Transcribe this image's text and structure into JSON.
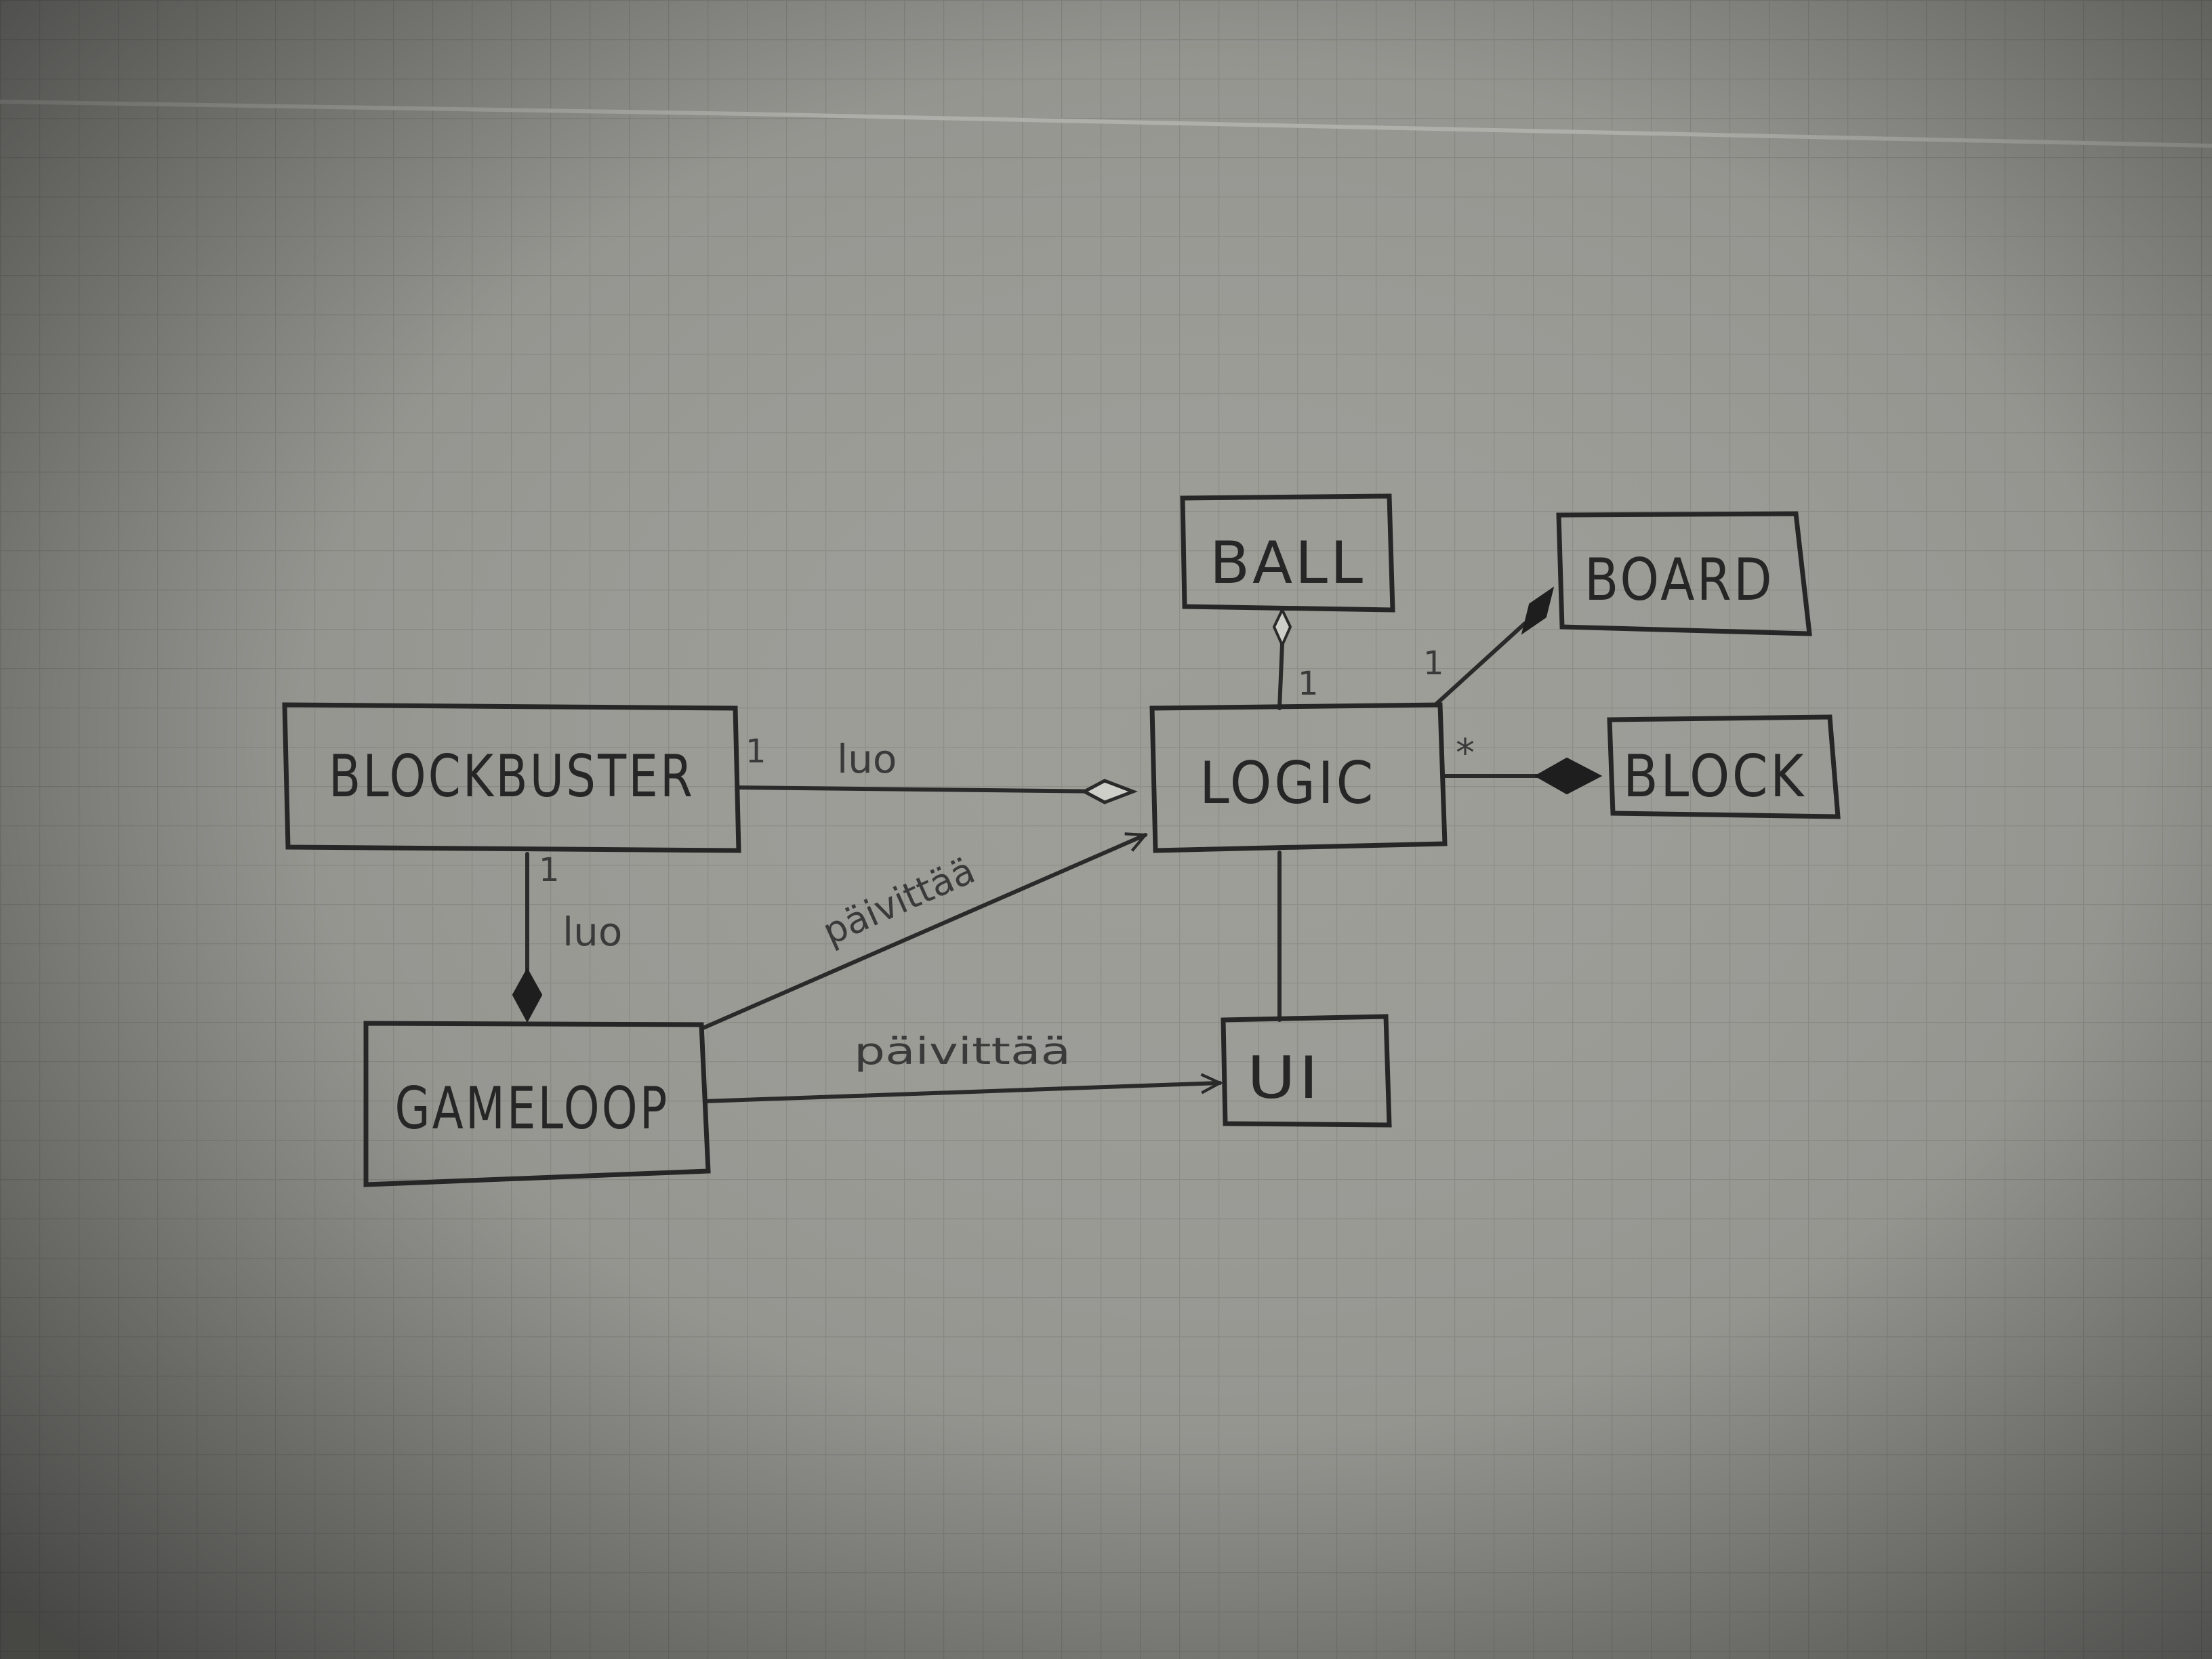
{
  "diagram": {
    "boxes": {
      "blockbuster": "BLOCKBUSTER",
      "logic": "LOGIC",
      "ball": "BALL",
      "board": "BOARD",
      "block": "BLOCK",
      "gameloop": "GAMELOOP",
      "ui": "UI"
    },
    "labels": {
      "blockbuster_logic_mult": "1",
      "blockbuster_logic_role": "luo",
      "blockbuster_gameloop_mult": "1",
      "blockbuster_gameloop_role": "luo",
      "ball_logic_mult": "1",
      "board_logic_mult": "1",
      "block_logic_mult": "*",
      "gameloop_logic_role": "päivittää",
      "gameloop_ui_role": "päivittää"
    }
  }
}
